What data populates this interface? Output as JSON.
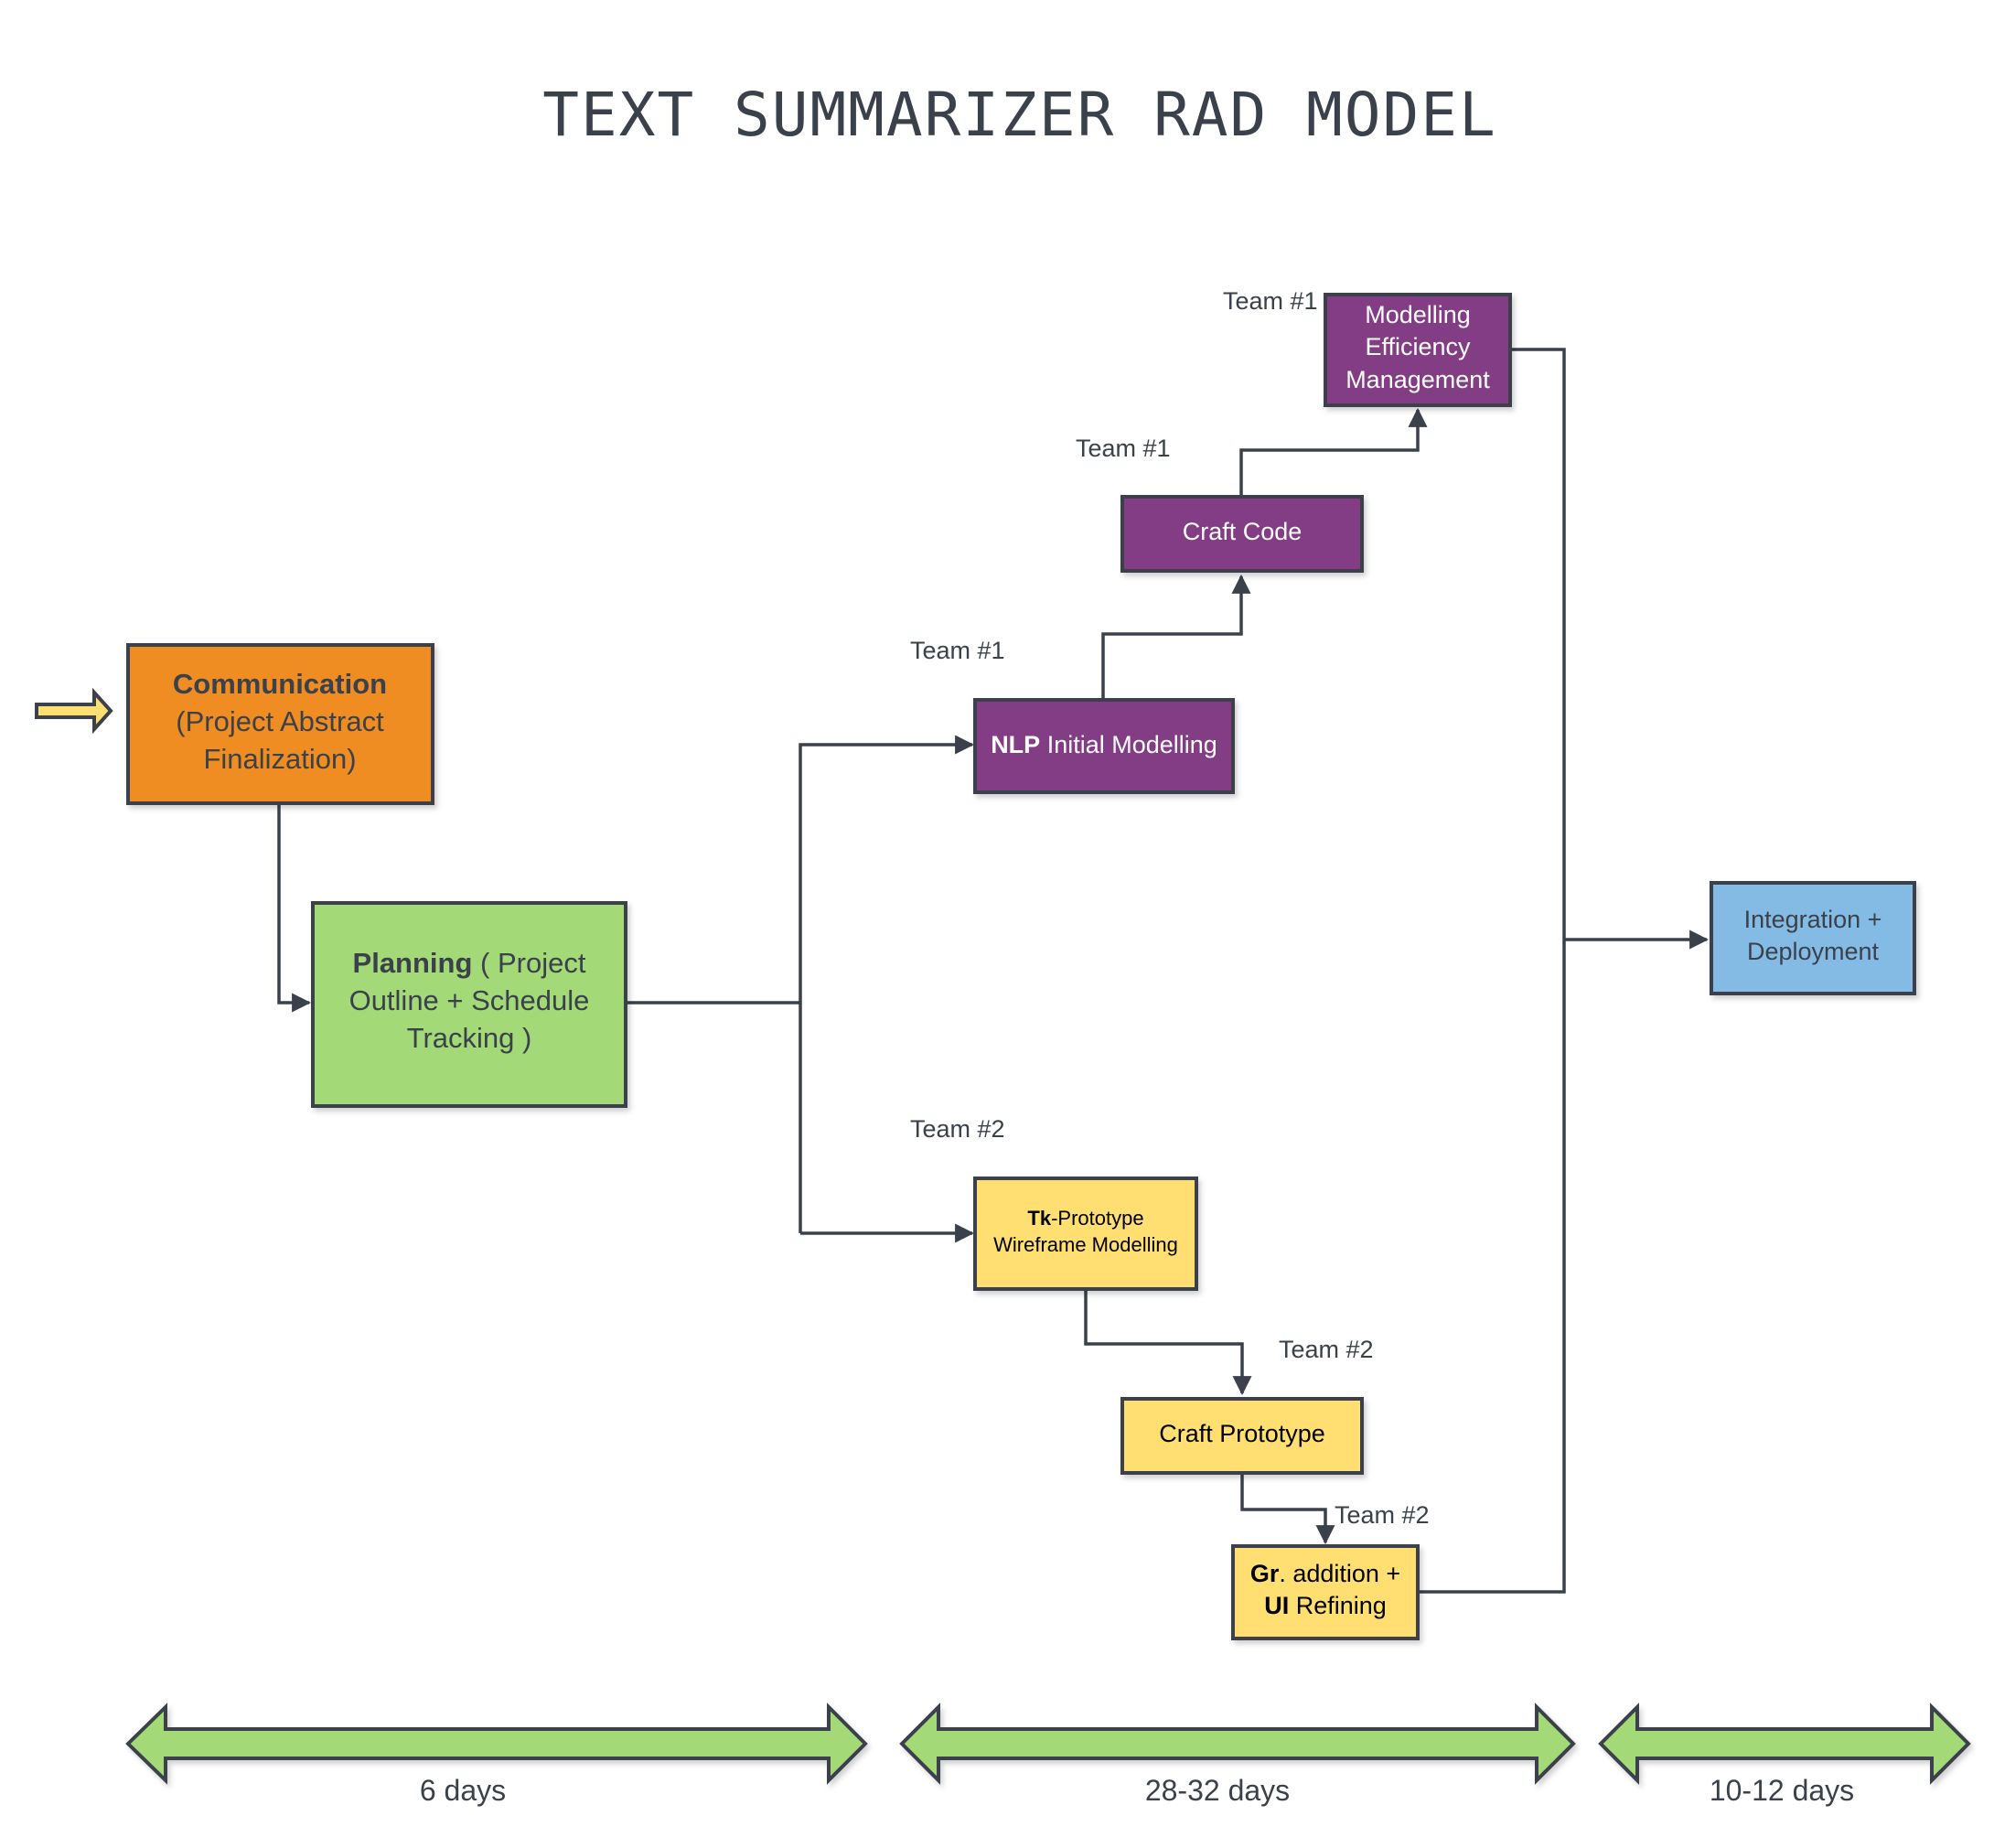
{
  "title": "TEXT SUMMARIZER RAD MODEL",
  "colors": {
    "communication": "#ef8c22",
    "planning": "#a3d977",
    "team1": "#833e85",
    "team2": "#ffdf71",
    "integration": "#83bbe5",
    "timeline_arrow": "#a3d977",
    "entry_arrow": "#ffdf71",
    "stroke": "#3a414b"
  },
  "nodes": {
    "communication": {
      "bold": "Communication",
      "line2": "(Project Abstract",
      "line3": "Finalization)"
    },
    "planning": {
      "bold": "Planning",
      "line1_rest": " ( Project",
      "line2": "Outline + Schedule",
      "line3": "Tracking )"
    },
    "nlp": {
      "bold": "NLP",
      "rest": " Initial Modelling",
      "team": "Team #1"
    },
    "craft_code": {
      "label": "Craft Code",
      "team": "Team #1"
    },
    "modelling_eff": {
      "line1": "Modelling",
      "line2": "Efficiency",
      "line3": "Management",
      "team": "Team #1"
    },
    "tk_prototype": {
      "bold": "Tk",
      "rest": "-Prototype",
      "line2": "Wireframe Modelling",
      "team": "Team #2"
    },
    "craft_prototype": {
      "label": "Craft Prototype",
      "team": "Team #2"
    },
    "gr_ui": {
      "bold1": "Gr",
      "rest1": ". addition +",
      "bold2": "UI",
      "rest2": " Refining",
      "team": "Team #2"
    },
    "integration": {
      "line1": "Integration +",
      "line2": "Deployment"
    }
  },
  "timeline": [
    {
      "label": "6 days"
    },
    {
      "label": "28-32 days"
    },
    {
      "label": "10-12 days"
    }
  ]
}
